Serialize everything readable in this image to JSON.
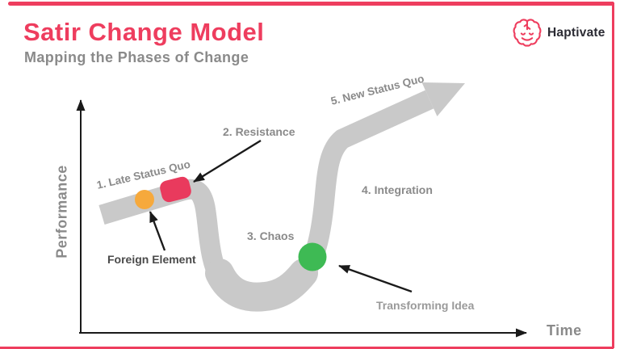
{
  "header": {
    "title": "Satir Change Model",
    "subtitle": "Mapping the Phases of Change",
    "brand": "Haptivate",
    "brand_icon": "brain-icon"
  },
  "axes": {
    "y_label": "Performance",
    "x_label": "Time"
  },
  "diagram": {
    "type": "annotated-curve-diagram",
    "phases": [
      {
        "id": 1,
        "label": "1. Late Status Quo"
      },
      {
        "id": 2,
        "label": "2. Resistance"
      },
      {
        "id": 3,
        "label": "3. Chaos"
      },
      {
        "id": 4,
        "label": "4. Integration"
      },
      {
        "id": 5,
        "label": "5. New Status Quo"
      }
    ],
    "annotations": [
      {
        "label": "Foreign Element",
        "marker": "orange-dot"
      },
      {
        "label": "Transforming Idea",
        "marker": "green-dot"
      }
    ],
    "markers": [
      {
        "name": "foreign-element-dot",
        "shape": "circle",
        "color": "orange"
      },
      {
        "name": "resistance-pill",
        "shape": "rounded-rect",
        "color": "pink"
      },
      {
        "name": "transforming-idea-dot",
        "shape": "circle",
        "color": "green"
      }
    ]
  },
  "colors": {
    "accent": "#EE3D5E",
    "band": "#C9C9C9",
    "label-gray": "#8A8A8A",
    "label-dark": "#4A4A4A",
    "label-light": "#9A9A9A",
    "marker-orange": "#F6A93C",
    "marker-pink": "#E93A5D",
    "marker-green": "#3EBA54",
    "arrow-black": "#1A1A1A",
    "brand-ink": "#2B2B33"
  }
}
